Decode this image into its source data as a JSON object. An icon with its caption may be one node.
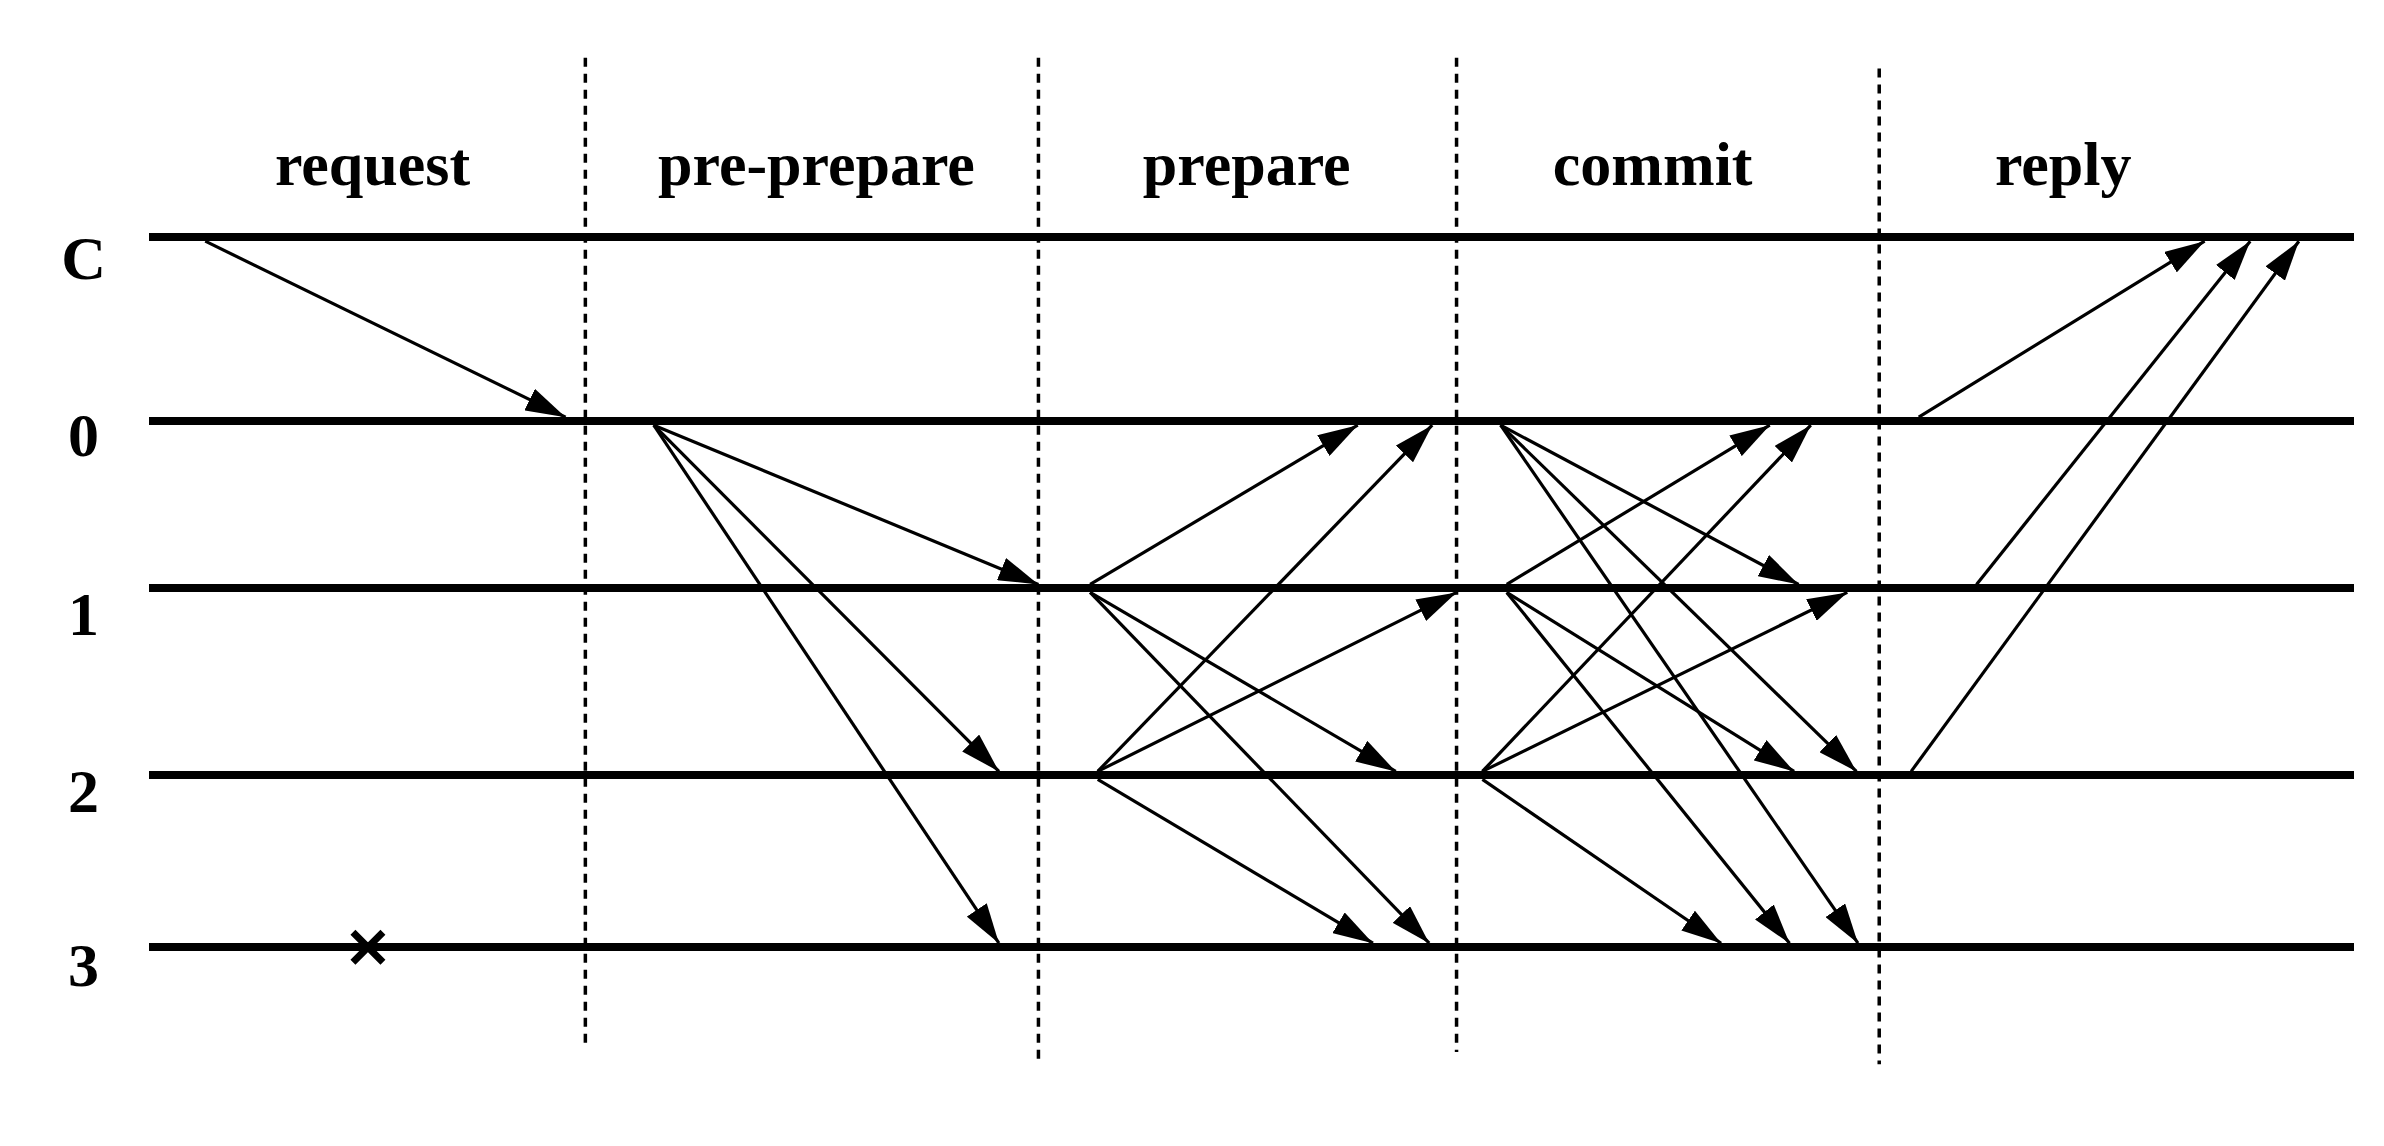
{
  "diagram": {
    "nodes": [
      {
        "text": [],
        "shape": "bar",
        "beside": [
          "C"
        ]
      },
      {
        "text": [],
        "shape": "bar",
        "beside": [
          "0"
        ]
      },
      {
        "text": [],
        "shape": "bar",
        "beside": [
          "1"
        ]
      },
      {
        "text": [],
        "shape": "bar",
        "beside": [
          "2"
        ]
      },
      {
        "text": [],
        "shape": "bar",
        "beside": [
          "3"
        ]
      }
    ],
    "edges": [
      {
        "from": 0,
        "to": 1,
        "arrow": "to"
      },
      {
        "from": 1,
        "to": 2,
        "arrow": "to"
      },
      {
        "from": 1,
        "to": 3,
        "arrow": "to"
      },
      {
        "from": 1,
        "to": 4,
        "arrow": "to"
      },
      {
        "from": 2,
        "to": 1,
        "arrow": "to"
      },
      {
        "from": 2,
        "to": 3,
        "arrow": "to"
      },
      {
        "from": 2,
        "to": 4,
        "arrow": "to"
      },
      {
        "from": 3,
        "to": 1,
        "arrow": "to"
      },
      {
        "from": 3,
        "to": 2,
        "arrow": "to"
      },
      {
        "from": 3,
        "to": 4,
        "arrow": "to"
      },
      {
        "from": 1,
        "to": 2,
        "arrow": "to"
      },
      {
        "from": 1,
        "to": 3,
        "arrow": "to"
      },
      {
        "from": 1,
        "to": 4,
        "arrow": "to"
      },
      {
        "from": 2,
        "to": 1,
        "arrow": "to"
      },
      {
        "from": 2,
        "to": 3,
        "arrow": "to"
      },
      {
        "from": 2,
        "to": 4,
        "arrow": "to"
      },
      {
        "from": 3,
        "to": 1,
        "arrow": "to"
      },
      {
        "from": 3,
        "to": 2,
        "arrow": "to"
      },
      {
        "from": 3,
        "to": 4,
        "arrow": "to"
      },
      {
        "from": 1,
        "to": 0,
        "arrow": "to"
      },
      {
        "from": 2,
        "to": 0,
        "arrow": "to"
      },
      {
        "from": 3,
        "to": 0,
        "arrow": "to"
      }
    ],
    "labels": [
      "request",
      "pre-prepare",
      "prepare",
      "commit",
      "reply"
    ]
  }
}
